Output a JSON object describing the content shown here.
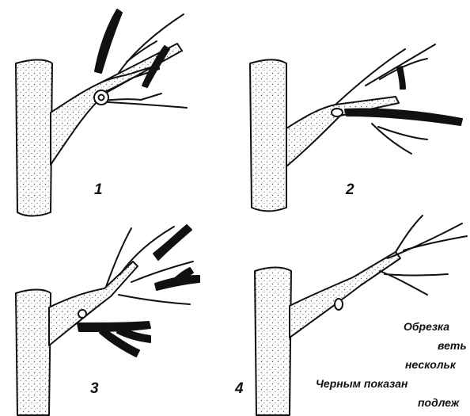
{
  "figures": [
    {
      "number": "1"
    },
    {
      "number": "2"
    },
    {
      "number": "3"
    },
    {
      "number": "4"
    }
  ],
  "caption": {
    "line1": "Обрезка",
    "line2": "веть",
    "line3": "нескольк",
    "line4": "Черным показан",
    "line5": "подлеж"
  }
}
